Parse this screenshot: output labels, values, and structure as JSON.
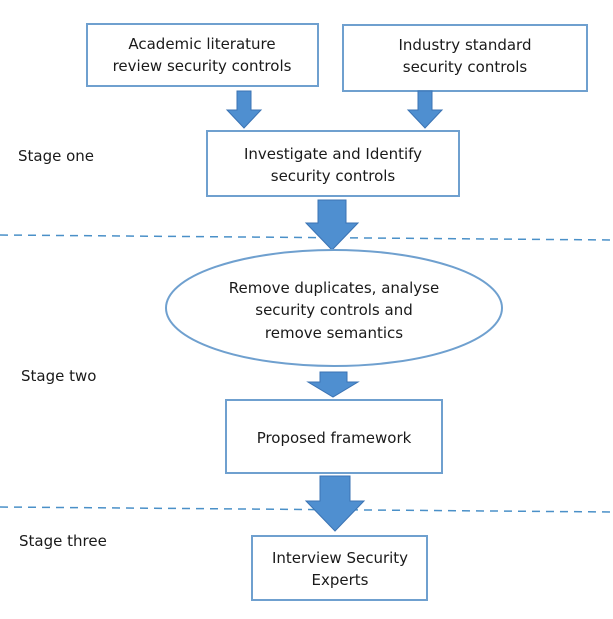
{
  "stages": {
    "one": "Stage one",
    "two": "Stage two",
    "three": "Stage three"
  },
  "nodes": {
    "academic": {
      "line1": "Academic literature",
      "line2": "review security controls"
    },
    "industry": {
      "line1": "Industry standard",
      "line2": "security controls"
    },
    "investigate": {
      "line1": "Investigate and Identify",
      "line2": "security controls"
    },
    "remove": {
      "line1": "Remove duplicates, analyse",
      "line2": "security controls and",
      "line3": "remove semantics"
    },
    "proposed": {
      "line1": "Proposed framework"
    },
    "interview": {
      "line1": "Interview Security",
      "line2": "Experts"
    }
  },
  "colors": {
    "box_border": "#6fa0cf",
    "arrow_fill": "#4f8fd0",
    "arrow_stroke": "#3b73b3",
    "divider": "#4a90c8"
  }
}
